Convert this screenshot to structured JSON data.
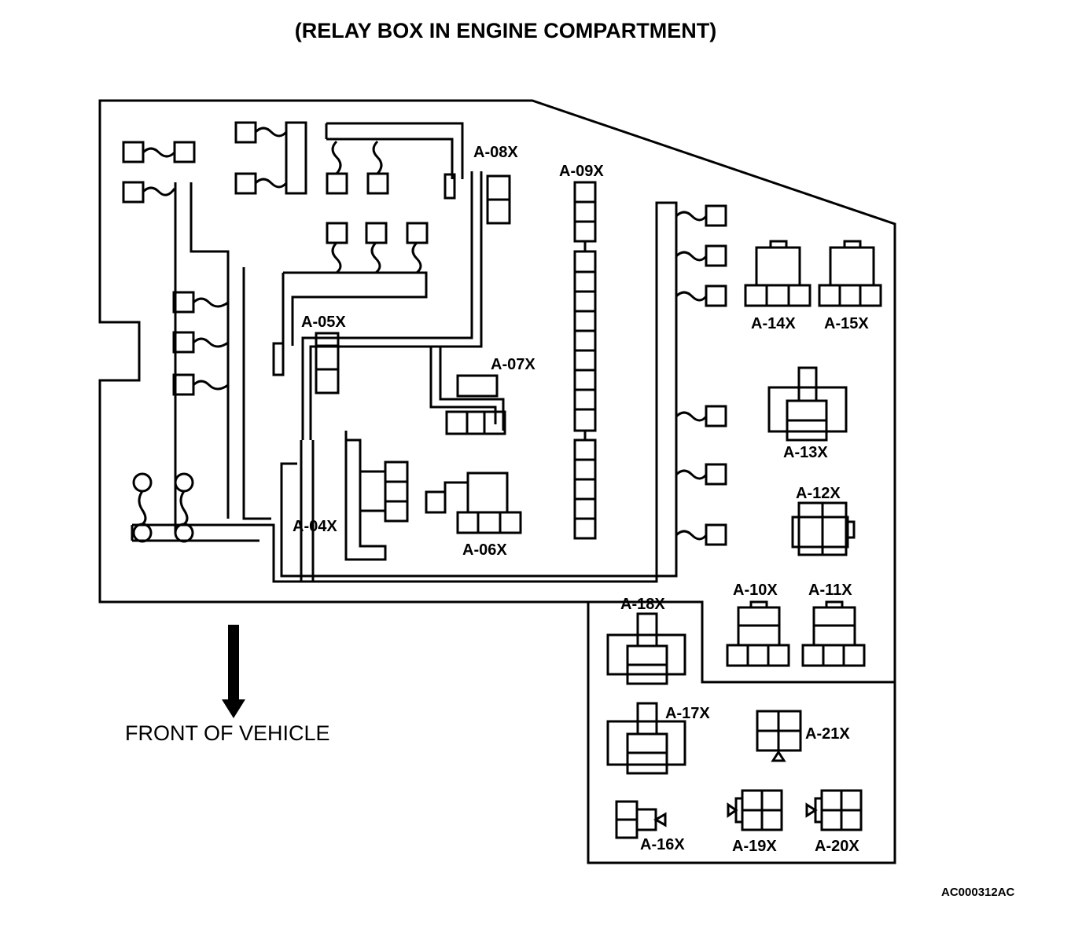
{
  "title": "(RELAY BOX IN ENGINE COMPARTMENT)",
  "front_label": "FRONT OF VEHICLE",
  "figure_code": "AC000312AC",
  "connectors": {
    "a04": "A-04X",
    "a05": "A-05X",
    "a06": "A-06X",
    "a07": "A-07X",
    "a08": "A-08X",
    "a09": "A-09X",
    "a10": "A-10X",
    "a11": "A-11X",
    "a12": "A-12X",
    "a13": "A-13X",
    "a14": "A-14X",
    "a15": "A-15X",
    "a16": "A-16X",
    "a17": "A-17X",
    "a18": "A-18X",
    "a19": "A-19X",
    "a20": "A-20X",
    "a21": "A-21X"
  }
}
